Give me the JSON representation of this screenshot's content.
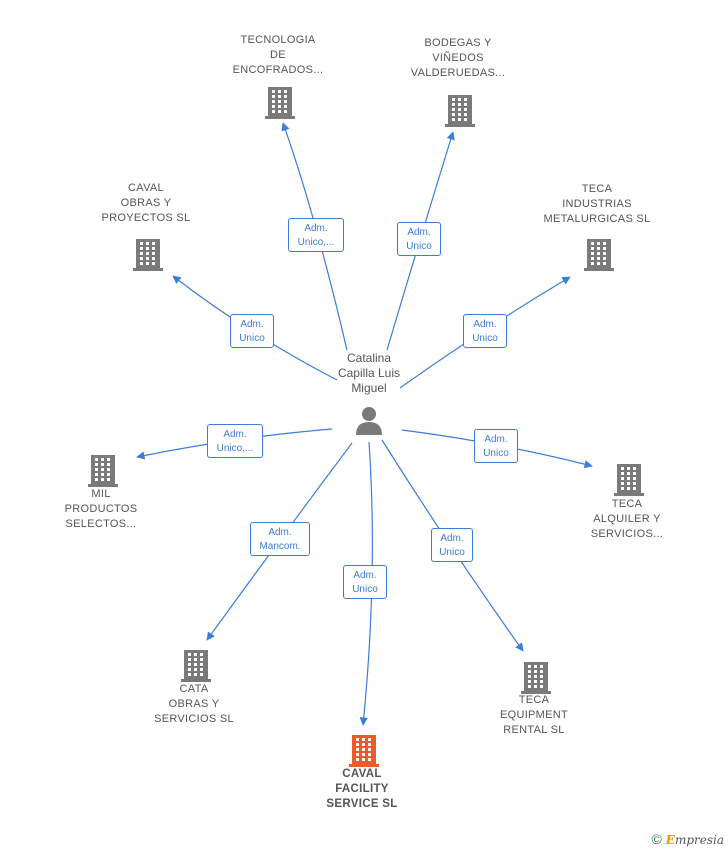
{
  "center": {
    "name": "Catalina\nCapilla Luis\nMiguel"
  },
  "colors": {
    "edge": "#3b7dd8",
    "building": "#7a7a7a",
    "building_highlight": "#f05a28",
    "person": "#7a7a7a"
  },
  "companies": [
    {
      "id": "tecnologia",
      "name": "TECNOLOGIA\nDE\nENCOFRADOS...",
      "role": "Adm.\nUnico,...",
      "highlight": false
    },
    {
      "id": "bodegas",
      "name": "BODEGAS Y\nVIÑEDOS\nVALDERUEDAS...",
      "role": "Adm.\nUnico",
      "highlight": false
    },
    {
      "id": "caval-obras",
      "name": "CAVAL\nOBRAS Y\nPROYECTOS SL",
      "role": "Adm.\nUnico",
      "highlight": false
    },
    {
      "id": "teca-industrias",
      "name": "TECA\nINDUSTRIAS\nMETALURGICAS SL",
      "role": "Adm.\nUnico",
      "highlight": false
    },
    {
      "id": "mil",
      "name": "MIL\nPRODUCTOS\nSELECTOS...",
      "role": "Adm.\nUnico,...",
      "highlight": false
    },
    {
      "id": "teca-alquiler",
      "name": "TECA\nALQUILER Y\nSERVICIOS...",
      "role": "Adm.\nUnico",
      "highlight": false
    },
    {
      "id": "cata",
      "name": "CATA\nOBRAS Y\nSERVICIOS  SL",
      "role": "Adm.\nMancom.",
      "highlight": false
    },
    {
      "id": "caval-facility",
      "name": "CAVAL\nFACILITY\nSERVICE  SL",
      "role": "Adm.\nUnico",
      "highlight": true
    },
    {
      "id": "teca-equipment",
      "name": "TECA\nEQUIPMENT\nRENTAL  SL",
      "role": "Adm.\nUnico",
      "highlight": false
    }
  ],
  "footer": {
    "copyright": "©",
    "brand_first": "E",
    "brand_rest": "mpresia"
  }
}
